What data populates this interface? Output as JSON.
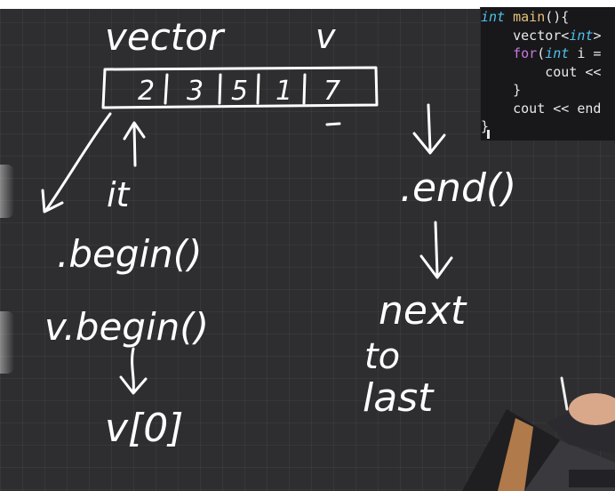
{
  "code_editor": {
    "lines": [
      {
        "parts": [
          [
            "ty",
            "int"
          ],
          [
            "plain",
            " "
          ],
          [
            "fn",
            "main"
          ],
          [
            "plain",
            "(){"
          ]
        ]
      },
      {
        "parts": [
          [
            "plain",
            "    vector<"
          ],
          [
            "ty",
            "int"
          ],
          [
            "plain",
            ">"
          ]
        ]
      },
      {
        "parts": [
          [
            "kw",
            "    for"
          ],
          [
            "plain",
            "("
          ],
          [
            "ty",
            "int"
          ],
          [
            "plain",
            " i ="
          ]
        ]
      },
      {
        "parts": [
          [
            "plain",
            "        cout <<"
          ]
        ]
      },
      {
        "parts": [
          [
            "plain",
            "    }"
          ]
        ]
      },
      {
        "parts": [
          [
            "plain",
            "    cout << end"
          ]
        ]
      },
      {
        "parts": [
          [
            "plain",
            "}"
          ]
        ]
      }
    ]
  },
  "whiteboard": {
    "title_word": "vector",
    "title_var": "v",
    "vector_values": [
      "2",
      "3",
      "5",
      "1",
      "7"
    ],
    "left_notes": {
      "iterator_label": "it",
      "begin_label": ".begin()",
      "v_begin_label": "v.begin()",
      "index_label": "v[0]"
    },
    "right_notes": {
      "end_label": ".end()",
      "next_label": "next",
      "to_label": "to",
      "last_label": "last"
    }
  },
  "colors": {
    "ink": "#ffffff",
    "board": "#2e2e30",
    "keyword": "#c678dd",
    "type": "#4fc1e9",
    "function": "#e5c07b"
  }
}
